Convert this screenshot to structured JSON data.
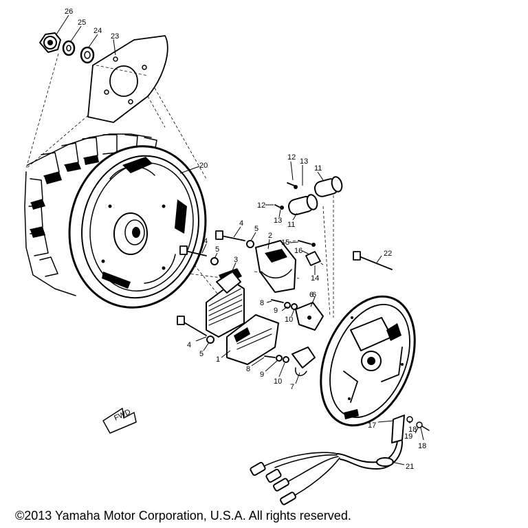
{
  "callouts": [
    "1",
    "2",
    "3",
    "4",
    "4",
    "5",
    "5",
    "5",
    "6",
    "6",
    "7",
    "8",
    "8",
    "9",
    "9",
    "10",
    "10",
    "11",
    "11",
    "12",
    "12",
    "13",
    "13",
    "14",
    "15",
    "16",
    "17",
    "18",
    "19",
    "20",
    "21",
    "22",
    "23",
    "24",
    "25",
    "26"
  ],
  "fwd_label": "FWD",
  "copyright": "©2013 Yamaha Motor Corporation, U.S.A. All rights reserved."
}
